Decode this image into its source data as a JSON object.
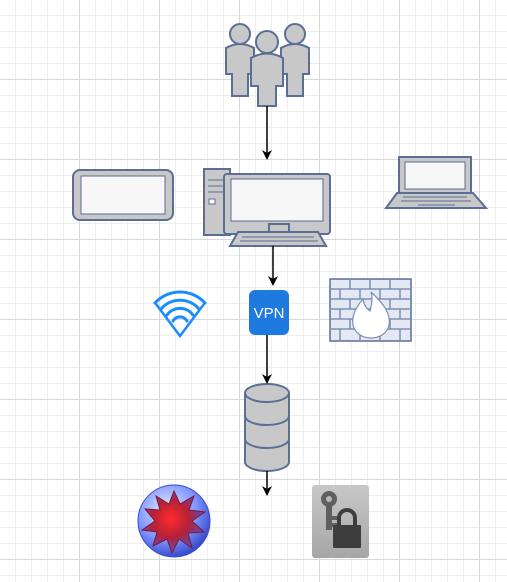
{
  "diagram": {
    "nodes": {
      "users": {
        "icon": "users-group-icon"
      },
      "tablet": {
        "icon": "tablet-icon"
      },
      "desktop": {
        "icon": "desktop-computer-icon"
      },
      "laptop": {
        "icon": "laptop-icon"
      },
      "wifi": {
        "icon": "wifi-icon"
      },
      "vpn": {
        "icon": "vpn-icon",
        "label": "VPN"
      },
      "firewall": {
        "icon": "firewall-icon"
      },
      "database": {
        "icon": "database-icon"
      },
      "malware": {
        "icon": "malware-virus-icon"
      },
      "encryption": {
        "icon": "key-lock-icon"
      }
    },
    "edges": [
      {
        "from": "users",
        "to": "desktop"
      },
      {
        "from": "desktop",
        "to": "vpn"
      },
      {
        "from": "vpn",
        "to": "database"
      },
      {
        "from": "database",
        "to": "below-database"
      }
    ],
    "colors": {
      "icon_fill": "#c8c8c8",
      "icon_stroke": "#5a6e96",
      "device_fill": "#f5f5f5",
      "vpn_blue": "#1f7ae0",
      "wifi_blue": "#1a8cff",
      "malware_red": "#d11f2f",
      "lock_gray": "#3d3d3d",
      "key_card_fill": "#b8b8b8"
    }
  }
}
